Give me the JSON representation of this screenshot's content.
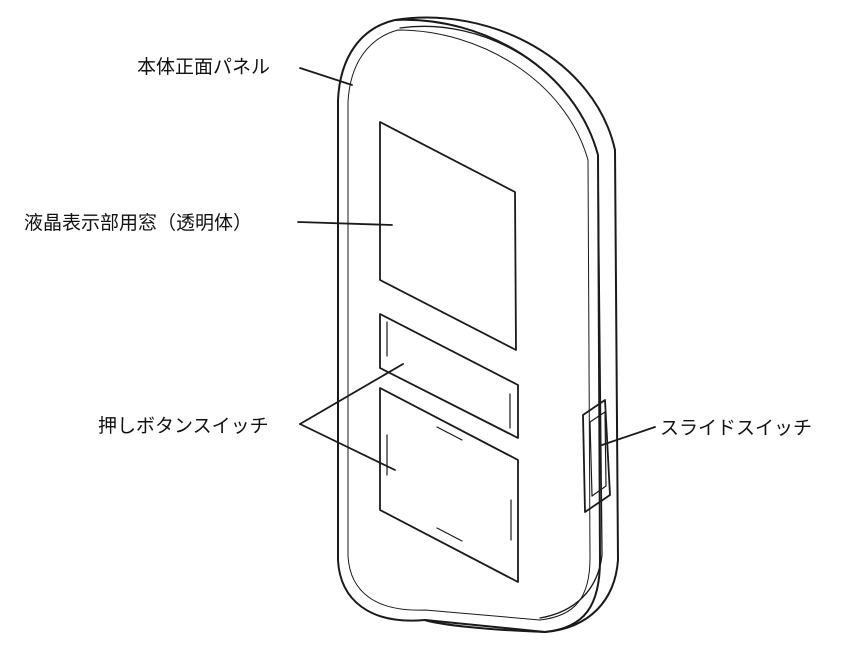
{
  "labels": {
    "front_panel": "本体正面パネル",
    "lcd_window": "液晶表示部用窓（透明体）",
    "push_button_switch": "押しボタンスイッチ",
    "slide_switch": "スライドスイッチ"
  },
  "colors": {
    "line": "#1a1a1a",
    "background": "#ffffff"
  }
}
